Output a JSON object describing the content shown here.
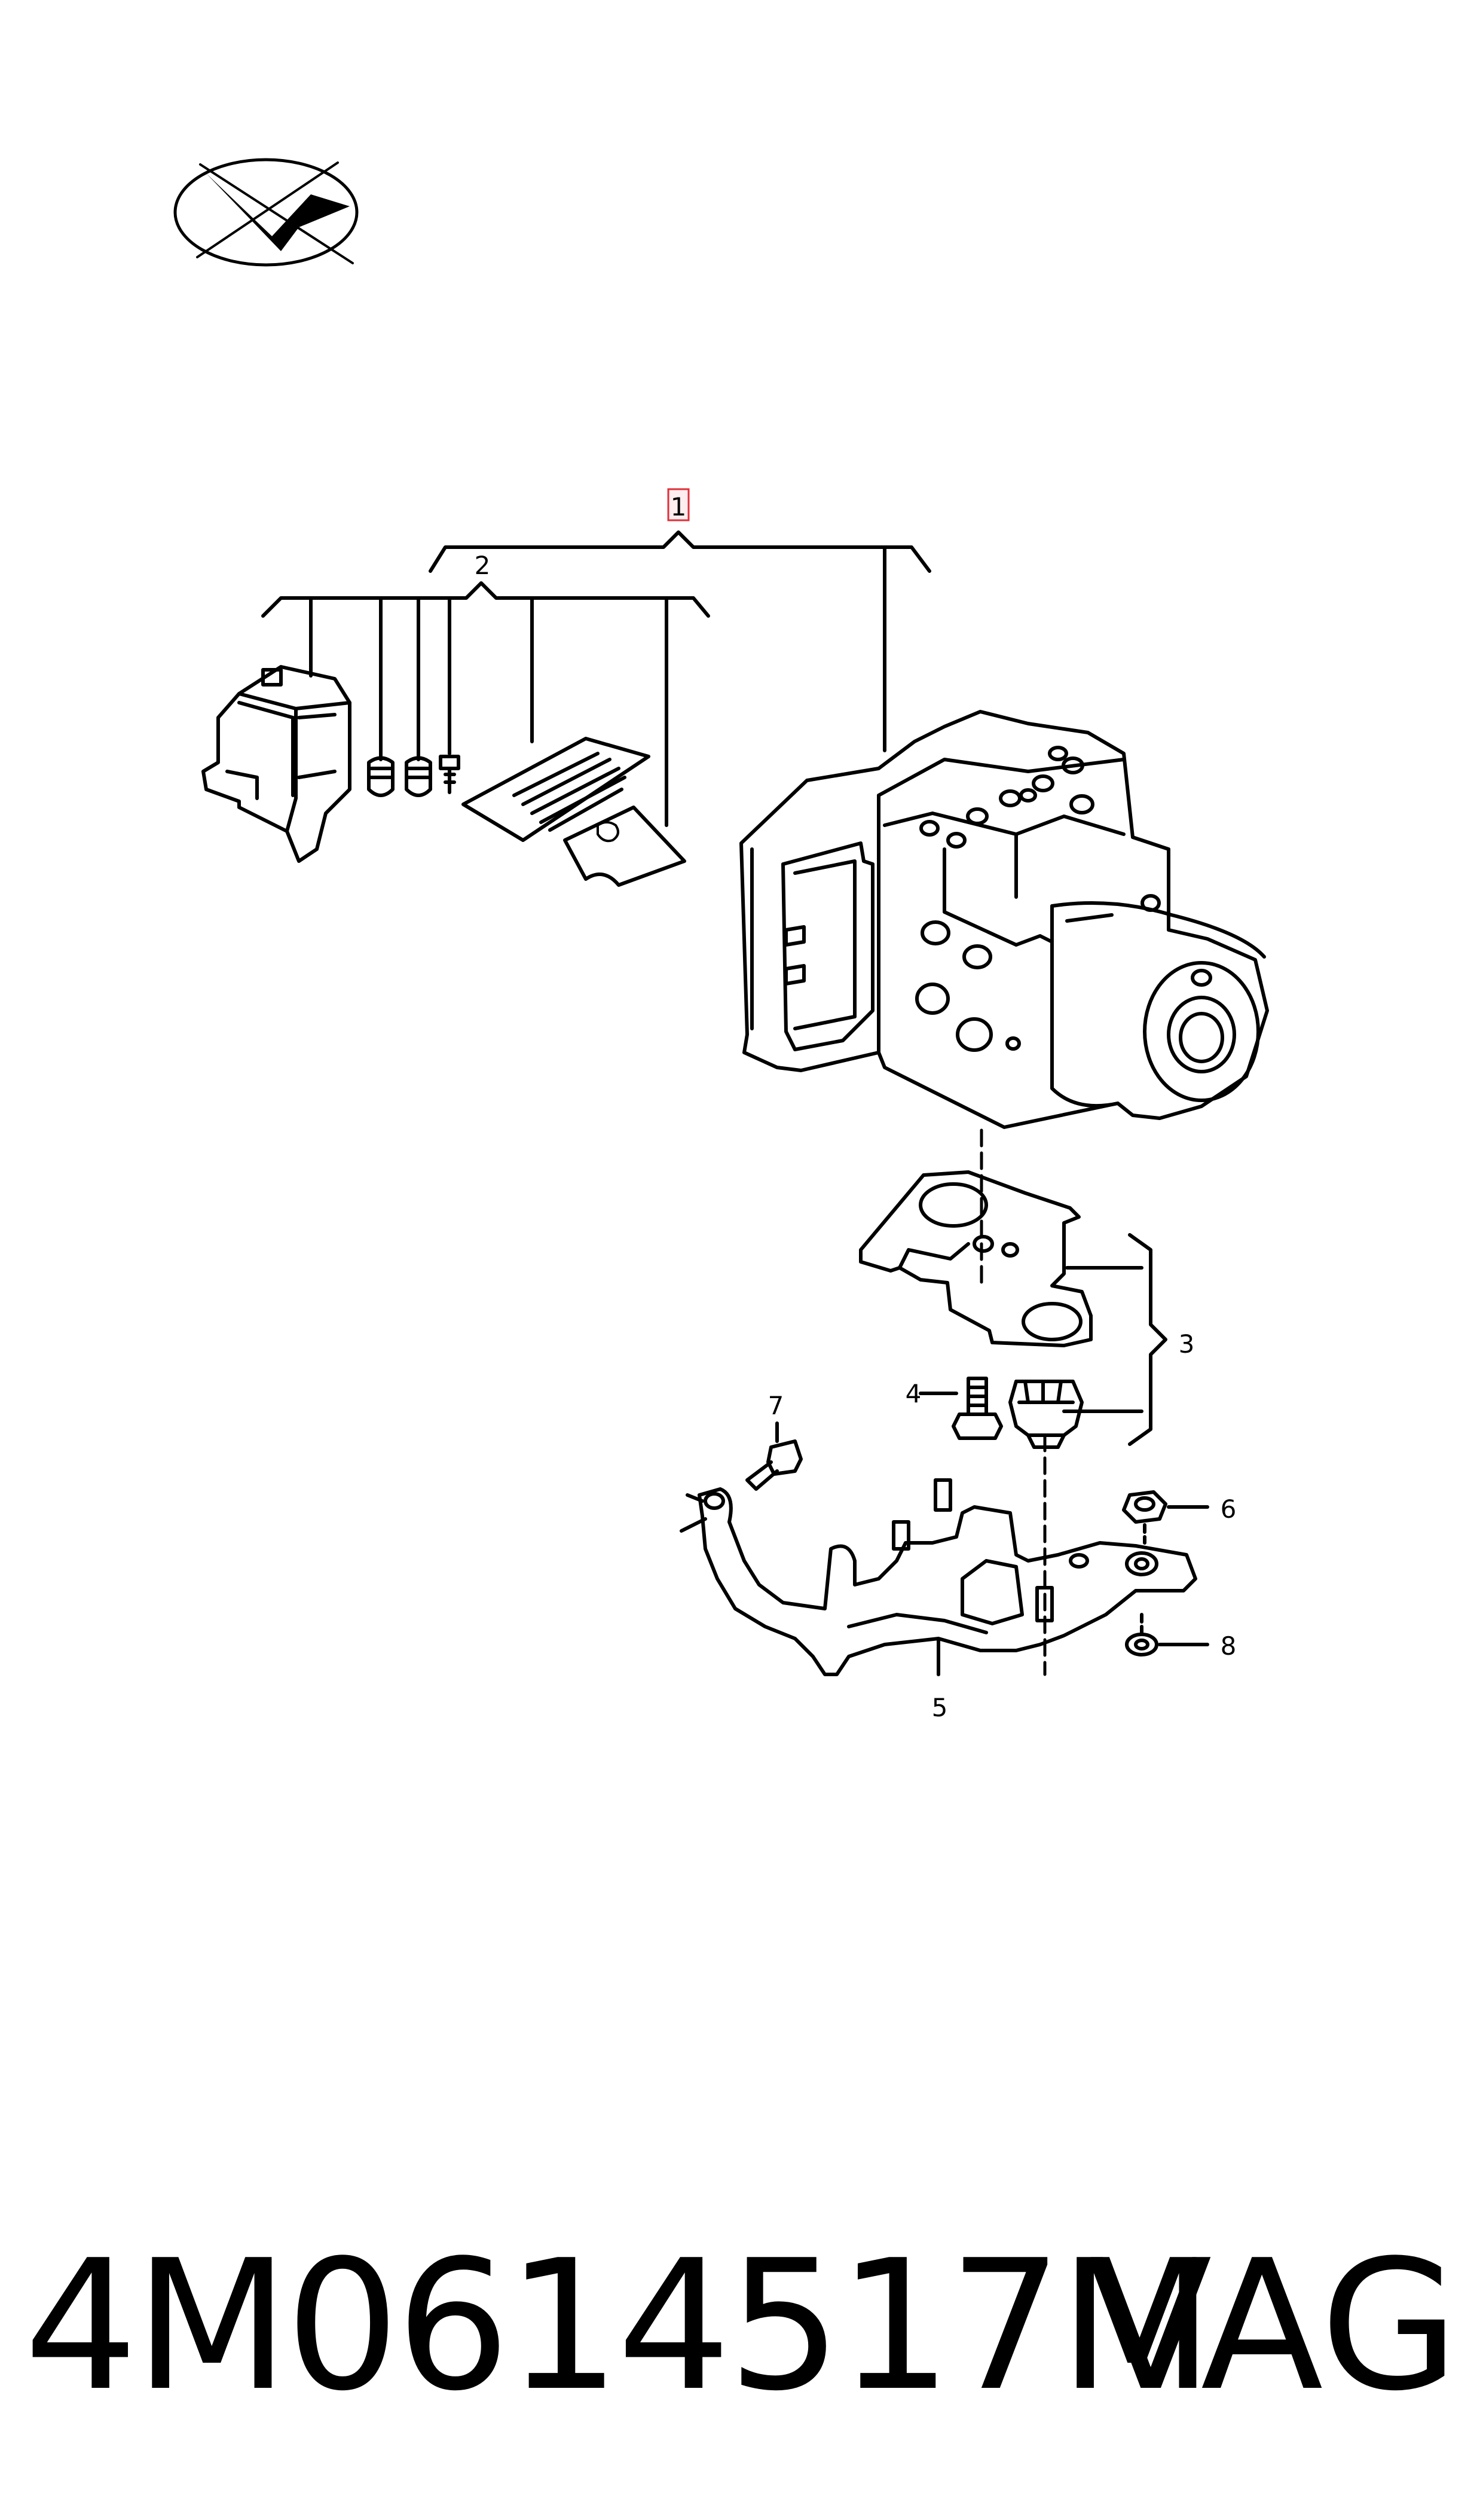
{
  "callouts": {
    "c1": "1",
    "c2": "2",
    "c3": "3",
    "c4": "4",
    "c5": "5",
    "c6": "6",
    "c7": "7",
    "c8": "8"
  },
  "colors": {
    "line": "#000000",
    "highlight": "#e0303a",
    "highlight_fill": "#ffeef0"
  },
  "footer": {
    "part_number": "4M0614517M",
    "brand": "VAG"
  }
}
